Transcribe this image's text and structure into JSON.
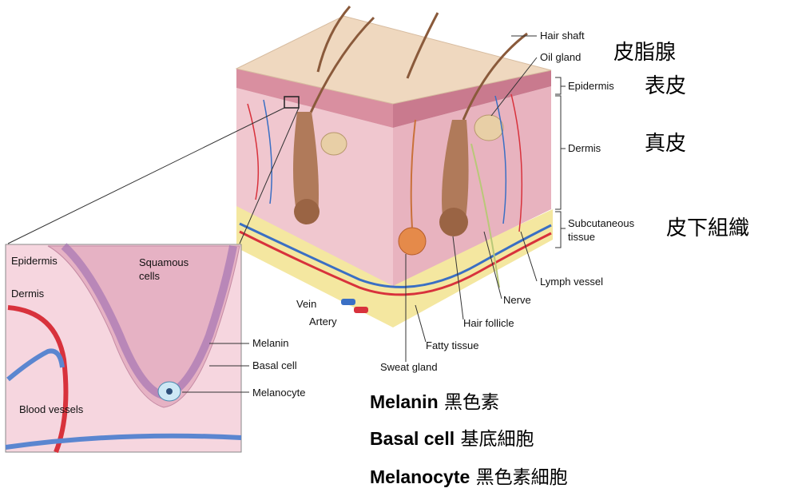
{
  "labels": {
    "hair_shaft": "Hair shaft",
    "oil_gland": "Oil gland",
    "epidermis": "Epidermis",
    "dermis": "Dermis",
    "subcutaneous_line1": "Subcutaneous",
    "subcutaneous_line2": "tissue",
    "lymph_vessel": "Lymph vessel",
    "nerve": "Nerve",
    "hair_follicle": "Hair follicle",
    "fatty_tissue": "Fatty tissue",
    "sweat_gland": "Sweat gland",
    "vein": "Vein",
    "artery": "Artery"
  },
  "inset_labels": {
    "epidermis": "Epidermis",
    "squamous_line1": "Squamous",
    "squamous_line2": "cells",
    "dermis": "Dermis",
    "melanin": "Melanin",
    "basal_cell": "Basal cell",
    "melanocyte": "Melanocyte",
    "blood_vessels": "Blood vessels"
  },
  "chinese": {
    "oil_gland": "皮脂腺",
    "epidermis": "表皮",
    "dermis": "真皮",
    "subcutaneous": "皮下組織"
  },
  "legend": [
    {
      "en": "Melanin",
      "zh": "黑色素"
    },
    {
      "en": "Basal cell",
      "zh": "基底細胞"
    },
    {
      "en": "Melanocyte",
      "zh": "黑色素細胞"
    }
  ],
  "colors": {
    "skin_top": "#efd8bf",
    "epidermis": "#d98fa0",
    "dermis": "#f0c7cf",
    "fat": "#f4e7a0",
    "artery": "#d8323c",
    "vein": "#3a6fc4",
    "hair": "#8a5a3b",
    "inset_bg": "#f6d6df"
  }
}
